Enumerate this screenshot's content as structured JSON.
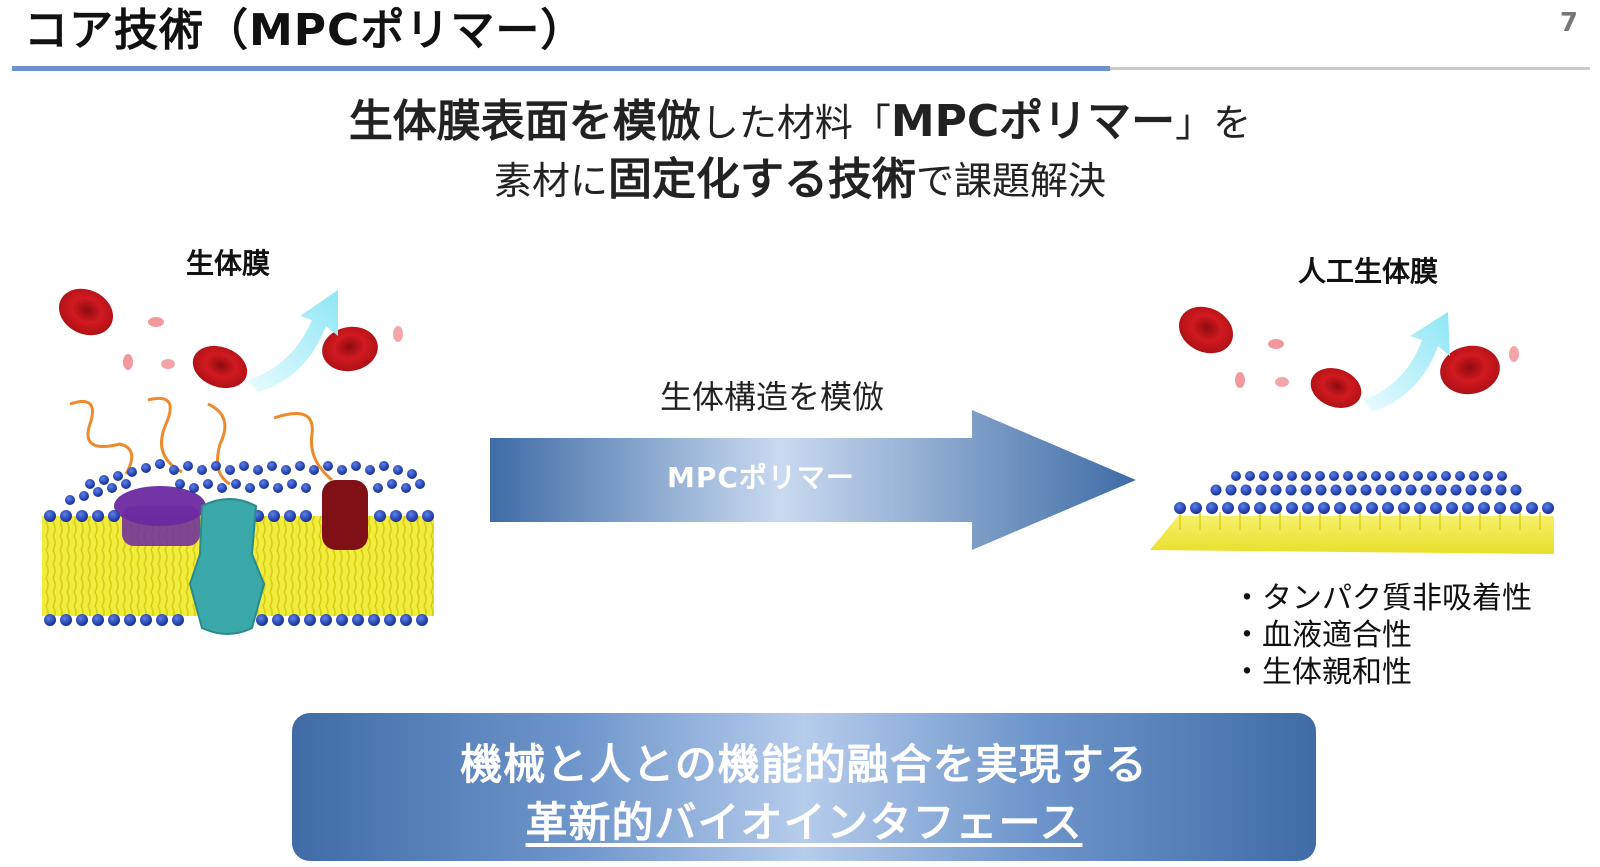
{
  "slide": {
    "title": "コア技術（MPCポリマー）",
    "page_number": "7"
  },
  "headline": {
    "line1_part1": "生体膜表面を模倣",
    "line1_part2": "した材料「",
    "line1_part3": "MPCポリマー",
    "line1_part4": "」を",
    "line2_part1": "素材に",
    "line2_part2": "固定化する技術",
    "line2_part3": "で課題解決"
  },
  "left_panel": {
    "label": "生体膜"
  },
  "arrow": {
    "caption_above": "生体構造を模倣",
    "label": "MPCポリマー"
  },
  "right_panel": {
    "label": "人工生体膜",
    "properties": [
      "・タンパク質非吸着性",
      "・血液適合性",
      "・生体親和性"
    ]
  },
  "banner": {
    "line1": "機械と人との機能的融合を実現する",
    "line2": "革新的バイオインタフェース"
  },
  "colors": {
    "rule_blue": "#6d93cc",
    "arrow_dark": "#3f6ca6",
    "arrow_light": "#c9daf0",
    "bead_blue": "#1f3fa8",
    "lipid_yellow": "#f0ea3a",
    "rbc_red": "#c8141a"
  }
}
